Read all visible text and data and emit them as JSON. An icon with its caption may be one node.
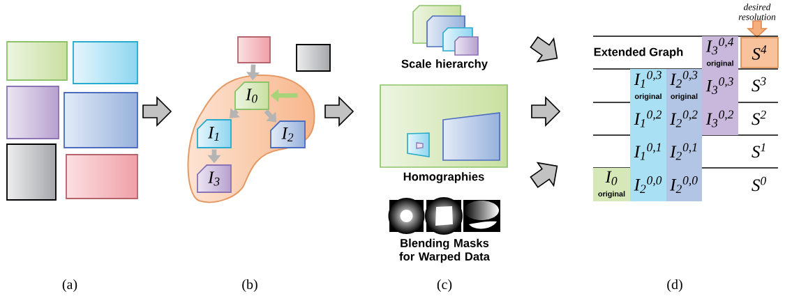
{
  "diagram": {
    "nodes": [
      {
        "text": [],
        "shape": "box"
      },
      {
        "text": [],
        "shape": "box"
      },
      {
        "text": [],
        "shape": "box"
      },
      {
        "text": [],
        "shape": "box"
      },
      {
        "text": [],
        "shape": "box"
      },
      {
        "text": [],
        "shape": "box"
      },
      {
        "text": [],
        "shape": "box"
      },
      {
        "text": [],
        "shape": "box"
      },
      {
        "text": [],
        "shape": "blob"
      },
      {
        "text": [
          "I$_{0}$"
        ],
        "in": 8
      },
      {
        "text": [
          "I$_{1}$"
        ],
        "in": 8
      },
      {
        "text": [
          "I$_{2}$"
        ],
        "in": 8
      },
      {
        "text": [
          "I$_{3}$"
        ],
        "in": 8
      }
    ],
    "edges": [
      {
        "from": 6,
        "to": 9,
        "arrow": "to"
      },
      {
        "from": 9,
        "to": 10,
        "arrow": "to"
      },
      {
        "from": 9,
        "to": 11,
        "arrow": "to"
      },
      {
        "from": 10,
        "to": 12,
        "arrow": "to"
      },
      {
        "from": null,
        "to": 9,
        "arrow": "to",
        "color": "#a9d37a"
      }
    ],
    "labels": [
      "Scale hierarchy",
      "Homographies",
      "Blending Masks for Warped Data",
      "desired resolution",
      "Extended Graph",
      "I$_{3}$$^{0,4}$",
      "original",
      "S$^{4}$",
      "I$_{1}$$^{0,3}$",
      "original",
      "I$_{2}$$^{0,3}$",
      "original",
      "I$_{3}$$^{0,3}$",
      "S$^{3}$",
      "I$_{1}$$^{0,2}$",
      "I$_{2}$$^{0,2}$",
      "I$_{3}$$^{0,2}$",
      "S$^{2}$",
      "I$_{1}$$^{0,1}$",
      "I$_{2}$$^{0,1}$",
      "S$^{1}$",
      "I$_{0}$",
      "original",
      "I$_{2}$$^{0,0}$",
      "I$_{2}$$^{0,0}$",
      "S$^{0}$",
      "(a)",
      "(b)",
      "(c)",
      "(d)"
    ]
  }
}
